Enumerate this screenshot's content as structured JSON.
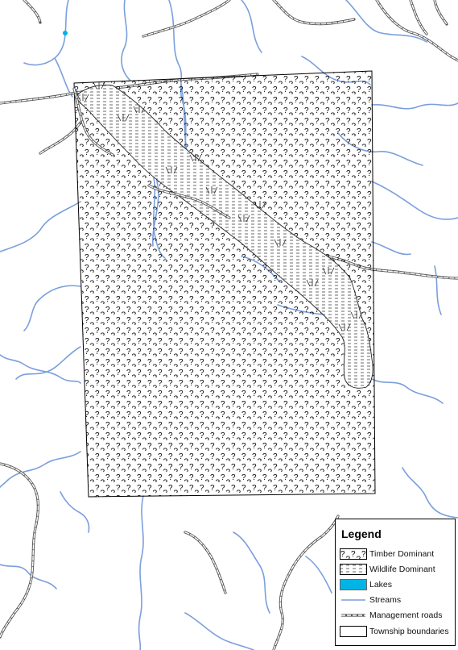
{
  "legend": {
    "title": "Legend",
    "items": [
      {
        "label": "Timber Dominant",
        "symbol": "question-mark-pattern"
      },
      {
        "label": "Wildlife Dominant",
        "symbol": "dashed-line-pattern"
      },
      {
        "label": "Lakes",
        "symbol": "solid-fill",
        "color": "#00b4e6"
      },
      {
        "label": "Streams",
        "symbol": "line",
        "color": "#7a9fdc"
      },
      {
        "label": "Management roads",
        "symbol": "double-dashed-line",
        "color": "#555555"
      },
      {
        "label": "Township boundaries",
        "symbol": "hollow-box"
      }
    ]
  },
  "colors": {
    "stream": "#7a9fdc",
    "lake": "#00b4e6",
    "road": "#555555",
    "boundary": "#000000",
    "background": "#ffffff"
  }
}
